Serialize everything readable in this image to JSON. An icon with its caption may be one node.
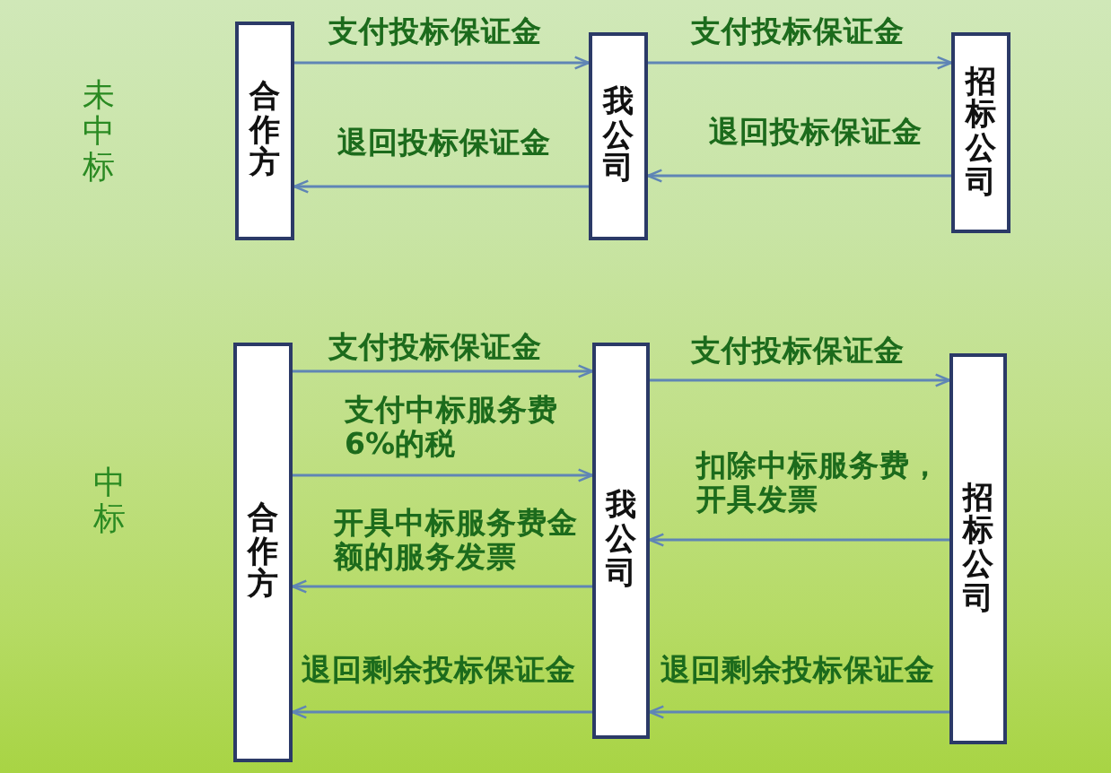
{
  "diagram": {
    "nodes": [
      {
        "text": [
          "合作方"
        ]
      },
      {
        "text": [
          "我公司"
        ]
      },
      {
        "text": [
          "招标公司"
        ]
      },
      {
        "text": [
          "合作方"
        ]
      },
      {
        "text": [
          "我公司"
        ]
      },
      {
        "text": [
          "招标公司"
        ]
      }
    ],
    "edges": [
      {
        "from": 0,
        "to": 1,
        "arrow": "to",
        "label": "支付投标保证金"
      },
      {
        "from": 1,
        "to": 2,
        "arrow": "to",
        "label": "支付投标保证金"
      },
      {
        "from": 1,
        "to": 0,
        "arrow": "to",
        "label": "退回投标保证金"
      },
      {
        "from": 2,
        "to": 1,
        "arrow": "to",
        "label": "退回投标保证金"
      },
      {
        "from": 3,
        "to": 4,
        "arrow": "to",
        "label": "支付投标保证金"
      },
      {
        "from": 4,
        "to": 5,
        "arrow": "to",
        "label": "支付投标保证金"
      },
      {
        "from": 3,
        "to": 4,
        "arrow": "to",
        "label": "支付中标服务费6%的税"
      },
      {
        "from": 5,
        "to": 4,
        "arrow": "to",
        "label": "扣除中标服务费，开具发票"
      },
      {
        "from": 4,
        "to": 3,
        "arrow": "to",
        "label": "开具中标服务费金额的服务发票"
      },
      {
        "from": 4,
        "to": 3,
        "arrow": "to",
        "label": "退回剩余投标保证金"
      },
      {
        "from": 5,
        "to": 4,
        "arrow": "to",
        "label": "退回剩余投标保证金"
      }
    ],
    "labels": [
      "未中标",
      "中标"
    ]
  }
}
